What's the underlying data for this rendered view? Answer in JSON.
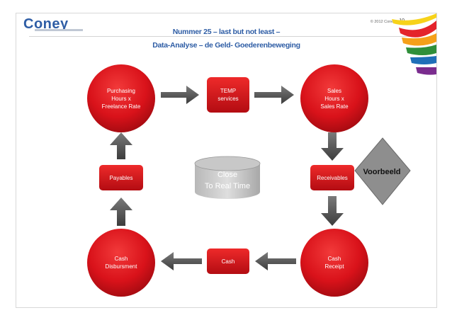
{
  "header": {
    "brand": "Coney",
    "copyright": "© 2012 Coney",
    "page_number": "10",
    "title_line1": "Nummer 25 – last but not least –",
    "title_line2": "Data-Analyse – de Geld- Goederenbeweging"
  },
  "diagram": {
    "nodes": {
      "purchasing": "Purchasing\nHours x\nFreelance Rate",
      "temp": "TEMP\nservices",
      "sales": "Sales\nHours x\nSales Rate",
      "payables": "Payables",
      "receivables": "Receivables",
      "cash_disbursment": "Cash\nDisbursment",
      "cash": "Cash",
      "cash_receipt": "Cash\nReceipt"
    },
    "center_label": "Close\nTo Real Time",
    "badge": "Voorbeeld"
  },
  "colors": {
    "brand_blue": "#2e5da5",
    "brand_orange": "#f07a18",
    "node_red": "#d9121a",
    "arrow_grey": "#5a5a5a"
  }
}
